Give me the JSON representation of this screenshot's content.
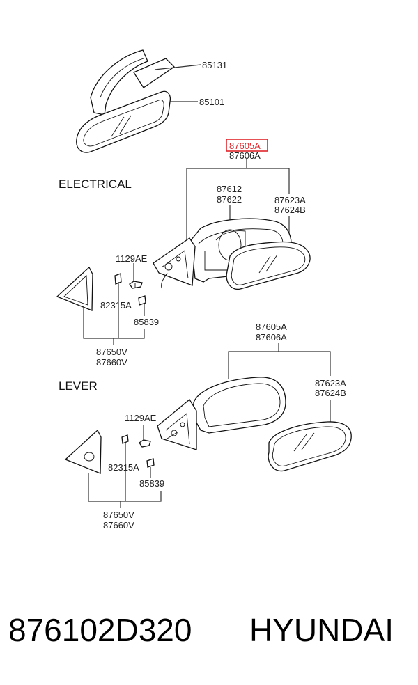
{
  "sections": {
    "electrical": "ELECTRICAL",
    "lever": "LEVER"
  },
  "highlight_color": "#e0262c",
  "labels": {
    "p85131": "85131",
    "p85101": "85101",
    "top_87605A": "87605A",
    "top_87606A": "87606A",
    "e_87612": "87612",
    "e_87622": "87622",
    "e_87623A": "87623A",
    "e_87624B": "87624B",
    "e_1129AE": "1129AE",
    "e_82315A": "82315A",
    "e_85839": "85839",
    "e_87650V": "87650V",
    "e_87660V": "87660V",
    "l_87605A": "87605A",
    "l_87606A": "87606A",
    "l_87623A": "87623A",
    "l_87624B": "87624B",
    "l_1129AE": "1129AE",
    "l_82315A": "82315A",
    "l_85839": "85839",
    "l_87650V": "87650V",
    "l_87660V": "87660V"
  },
  "footer": {
    "part_number": "876102D320",
    "brand": "HYUNDAI"
  }
}
